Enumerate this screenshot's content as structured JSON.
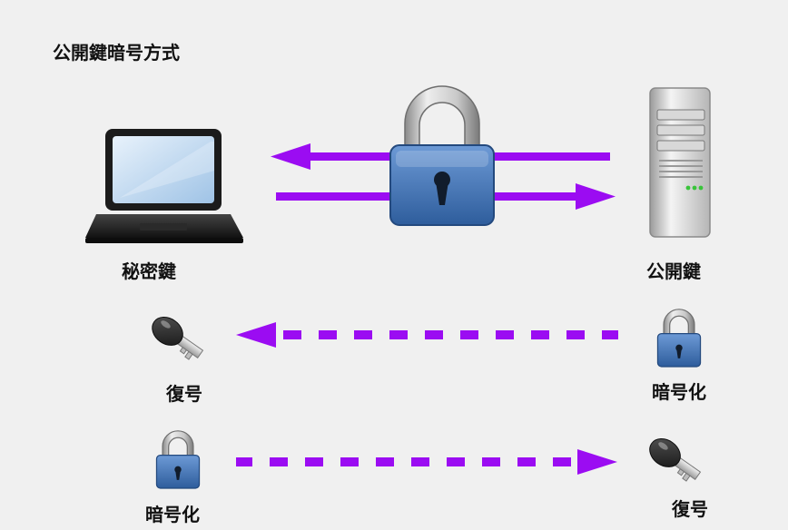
{
  "title": "公開鍵暗号方式",
  "labels": {
    "private_key": "秘密鍵",
    "public_key": "公開鍵",
    "decrypt_top": "復号",
    "encrypt_top": "暗号化",
    "encrypt_bottom": "暗号化",
    "decrypt_bottom": "復号"
  },
  "icons": {
    "laptop": "laptop-icon",
    "server": "server-icon",
    "big_padlock": "padlock-icon",
    "key": "key-icon"
  },
  "colors": {
    "background": "#f0f0f0",
    "arrow": "#9b0cf2",
    "padlock_body": "#4a7fc4",
    "padlock_shackle": "#b8b8b8"
  }
}
